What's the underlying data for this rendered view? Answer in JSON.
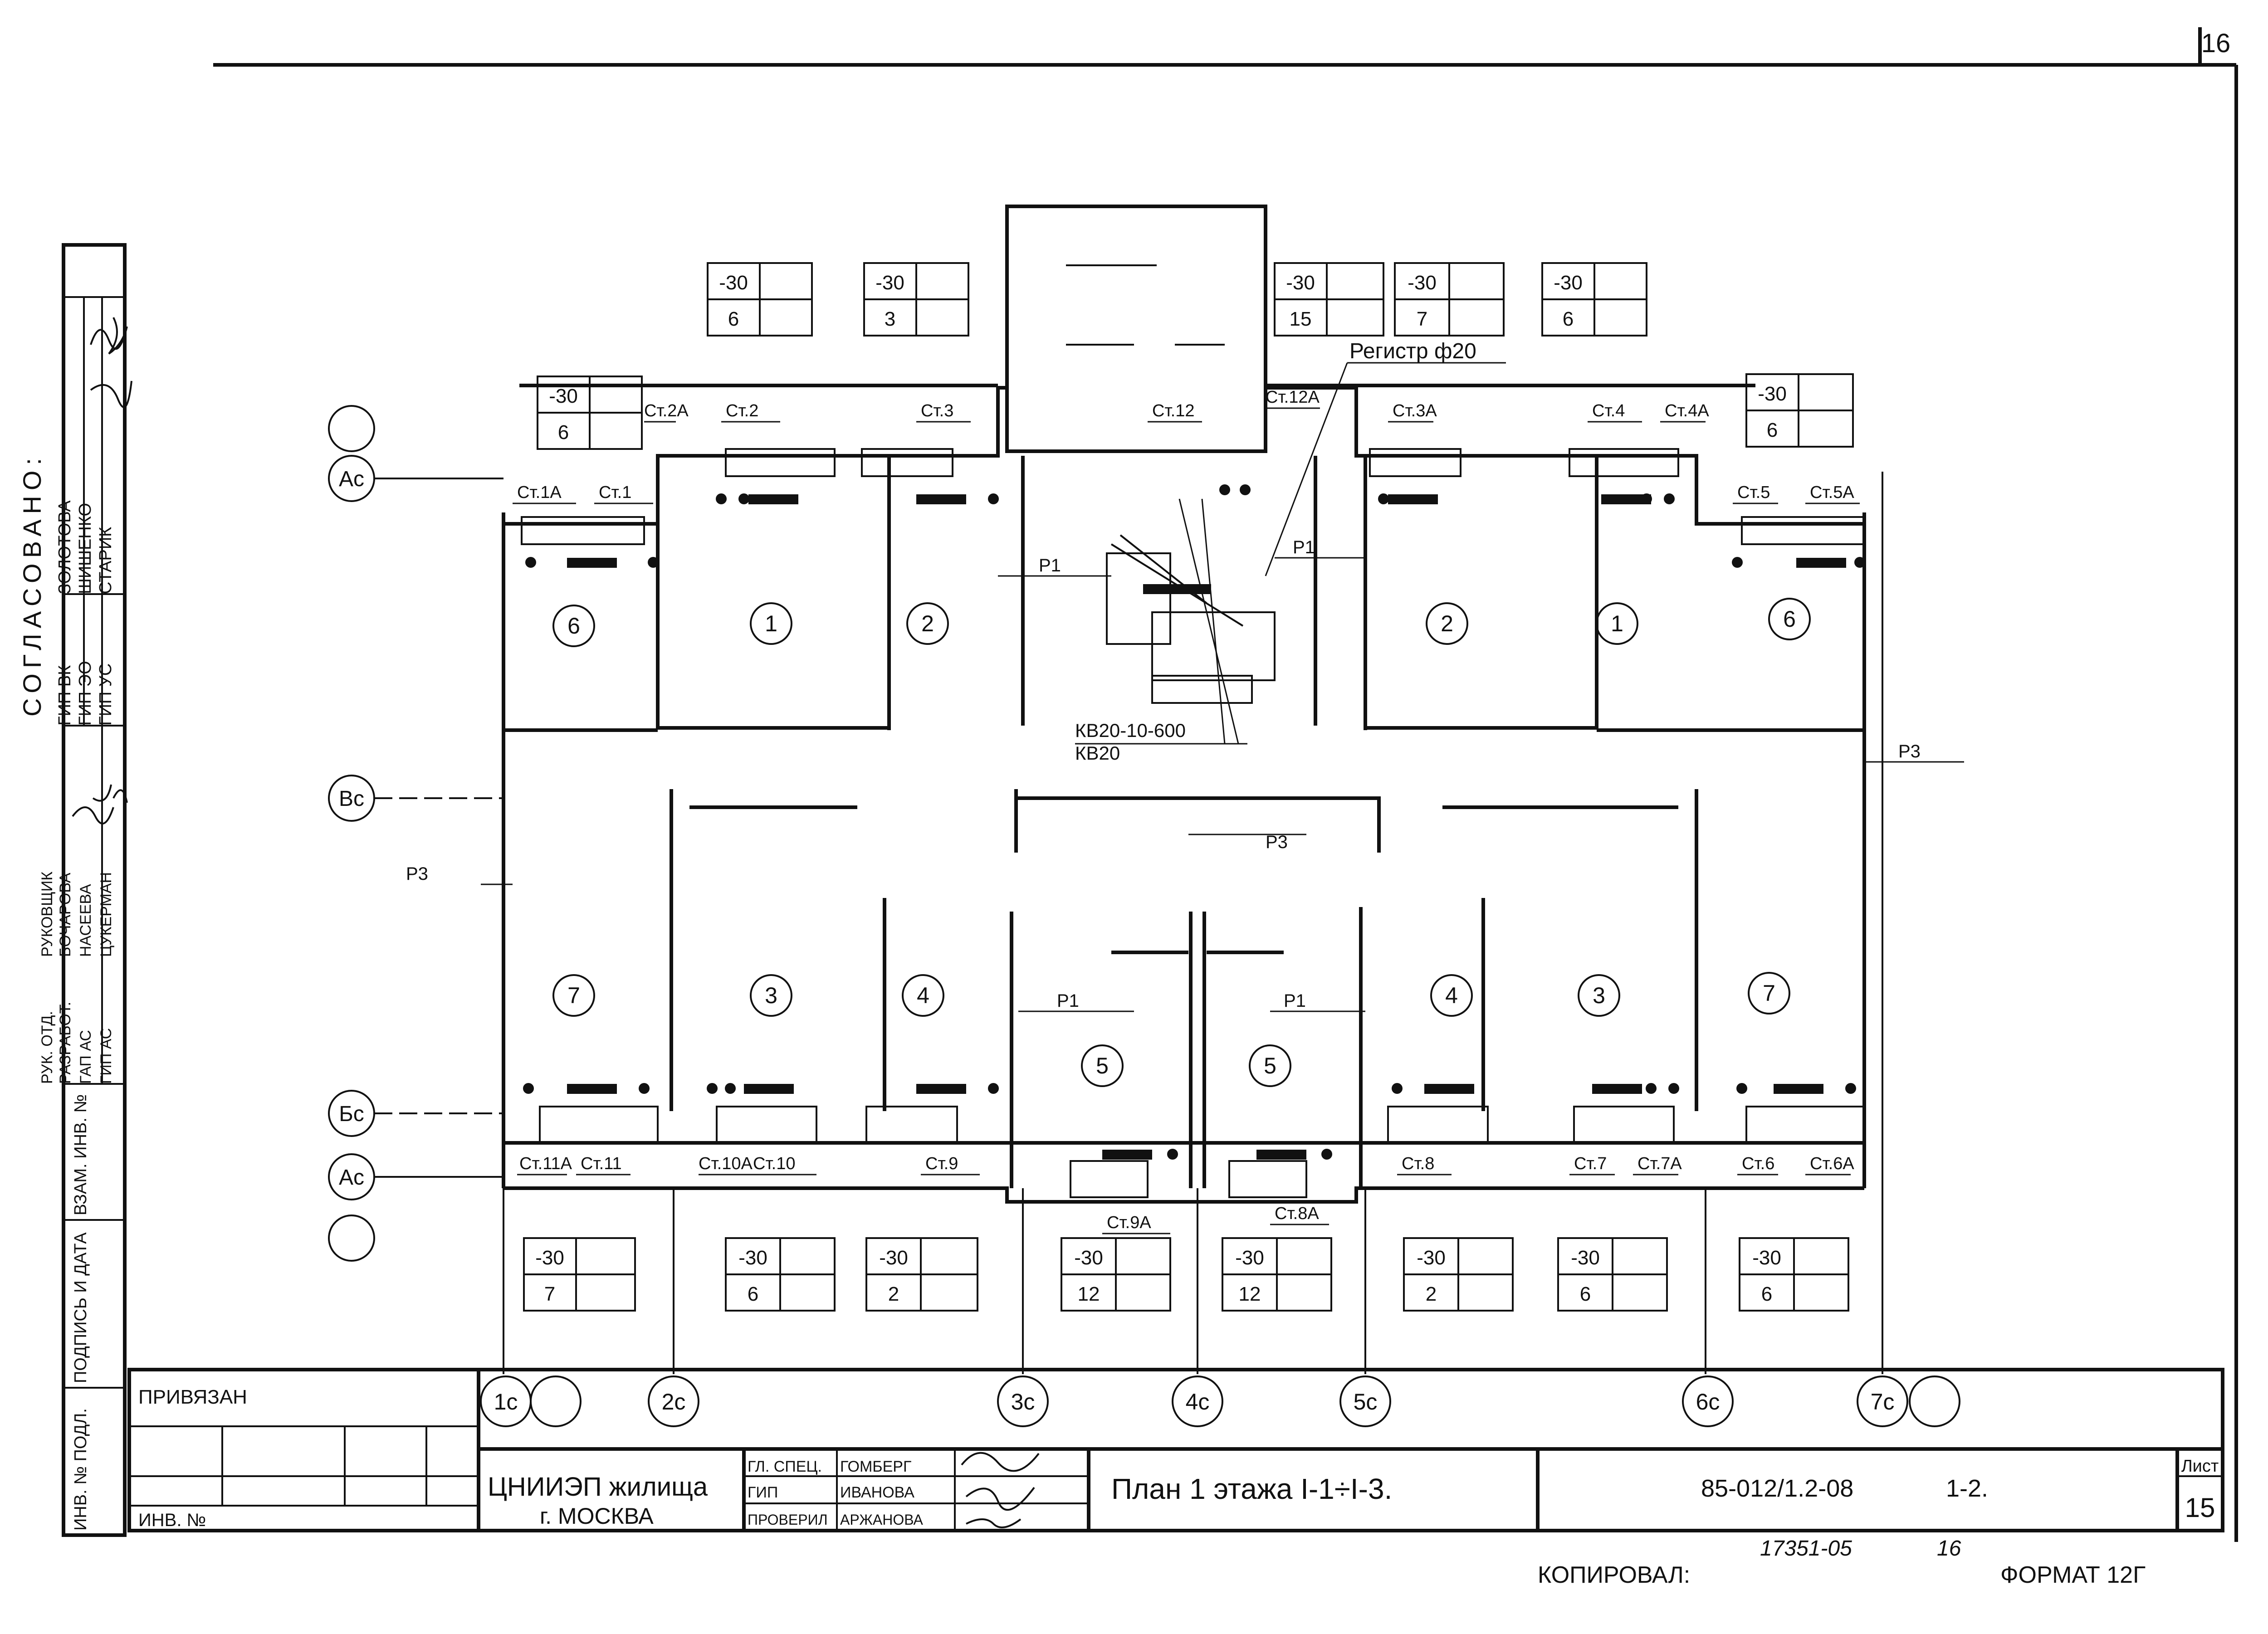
{
  "sheet_no_top": "16",
  "approved": {
    "title": "СОГЛАСОВАНО:",
    "rows": [
      {
        "role": "ГИП ВК",
        "name": "ЗОЛОТОВА"
      },
      {
        "role": "ГИП ЭО",
        "name": "ШИШЕНКО"
      },
      {
        "role": "ГИП УС",
        "name": "СТАРИК"
      }
    ]
  },
  "developers": [
    {
      "role": "РУК. ОТД.",
      "name": "РУКОВЩИК"
    },
    {
      "role": "РАЗРАБОТ.",
      "name": "БОЧАРОВА"
    },
    {
      "role": "ГАП АС",
      "name": "НАСЕЕВА"
    },
    {
      "role": "ГИП АС",
      "name": "ЦУКЕРМАН"
    }
  ],
  "side_labels": [
    "ВЗАМ. ИНВ. №",
    "ПОДПИСЬ И ДАТА",
    "ИНВ. № ПОДЛ."
  ],
  "axes_rows": [
    "Ас",
    "Вс",
    "Бс",
    "Ас"
  ],
  "axes_cols": [
    "1с",
    "2с",
    "3с",
    "4с",
    "5с",
    "6с",
    "7с"
  ],
  "rooms": [
    "6",
    "1",
    "2",
    "2",
    "1",
    "6",
    "7",
    "3",
    "4",
    "5",
    "5",
    "4",
    "3",
    "7"
  ],
  "risers": [
    "Ст.1А",
    "Ст.1",
    "Ст.2А",
    "Ст.2",
    "Ст.3",
    "Ст.12",
    "Ст.12А",
    "Ст.3А",
    "Ст.4",
    "Ст.4А",
    "Ст.5",
    "Ст.5А",
    "Ст.11А",
    "Ст.11",
    "Ст.10А",
    "Ст.10",
    "Ст.9",
    "Ст.9А",
    "Ст.8А",
    "Ст.8",
    "Ст.7",
    "Ст.7А",
    "Ст.6",
    "Ст.6А"
  ],
  "pipes": [
    "Р1",
    "Р1",
    "Р1",
    "Р1",
    "Р3",
    "Р3",
    "Р3"
  ],
  "notes": {
    "register": "Регистр ф20",
    "convector_1": "КВ20-10-600",
    "convector_2": "КВ20"
  },
  "window_boxes": [
    {
      "top": "-30",
      "bottom": "6"
    },
    {
      "top": "-30",
      "bottom": "3"
    },
    {
      "top": "-30",
      "bottom": "15"
    },
    {
      "top": "-30",
      "bottom": "7"
    },
    {
      "top": "-30",
      "bottom": "6"
    },
    {
      "top": "-30",
      "bottom": "6"
    },
    {
      "top": "-30",
      "bottom": "6"
    },
    {
      "top": "-30",
      "bottom": "7"
    },
    {
      "top": "-30",
      "bottom": "6"
    },
    {
      "top": "-30",
      "bottom": "2"
    },
    {
      "top": "-30",
      "bottom": "12"
    },
    {
      "top": "-30",
      "bottom": "12"
    },
    {
      "top": "-30",
      "bottom": "2"
    },
    {
      "top": "-30",
      "bottom": "6"
    },
    {
      "top": "-30",
      "bottom": "6"
    }
  ],
  "stamp": {
    "bound": "ПРИВЯЗАН",
    "inv": "ИНВ. №",
    "org_line1": "ЦНИИЭП жилища",
    "org_line2": "г. МОСКВА",
    "staff": [
      {
        "role": "ГЛ. СПЕЦ.",
        "name": "ГОМБЕРГ"
      },
      {
        "role": "ГИП",
        "name": "ИВАНОВА"
      },
      {
        "role": "ПРОВЕРИЛ",
        "name": "АРЖАНОВА"
      }
    ],
    "sheet_title": "План 1 этажа I-1÷I-3.",
    "doc_code": "85-012/1.2-08",
    "doc_part": "1-2.",
    "sheet_label": "Лист",
    "sheet_no": "15"
  },
  "footer": {
    "copied": "КОПИРОВАЛ:",
    "archive": "17351-05",
    "archive_page": "16",
    "format": "ФОРМАТ 12Г"
  }
}
